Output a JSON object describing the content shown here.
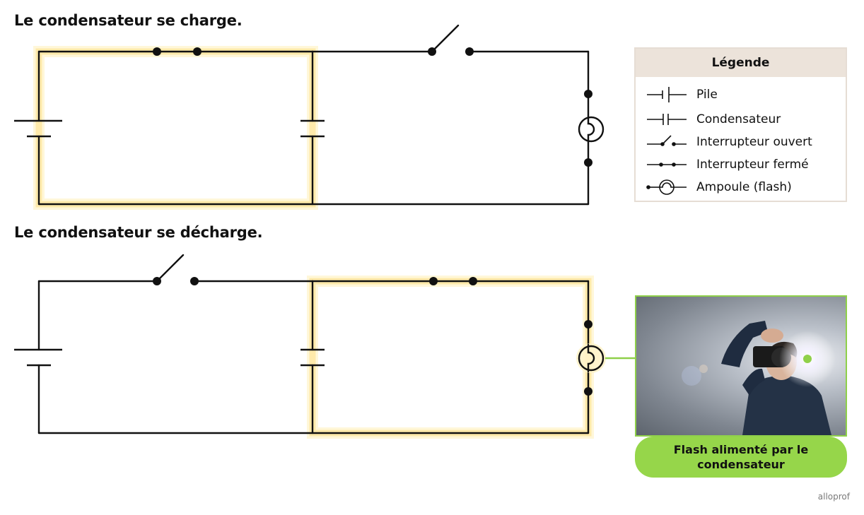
{
  "titles": {
    "charge": "Le condensateur se charge.",
    "decharge": "Le condensateur se décharge."
  },
  "legend": {
    "title": "Légende",
    "items": [
      {
        "label": "Pile",
        "icon": "battery-icon"
      },
      {
        "label": "Condensateur",
        "icon": "capacitor-icon"
      },
      {
        "label": "Interrupteur ouvert",
        "icon": "open-switch-icon"
      },
      {
        "label": "Interrupteur fermé",
        "icon": "closed-switch-icon"
      },
      {
        "label": "Ampoule (flash)",
        "icon": "bulb-icon"
      }
    ]
  },
  "photo_caption": "Flash alimenté par le condensateur",
  "brand": "alloprof",
  "colors": {
    "glow": "#ffe9a8",
    "legend_header": "#ece3da",
    "caption_bg": "#96d64a",
    "photo_border": "#8fd04a",
    "wire": "#111111"
  }
}
